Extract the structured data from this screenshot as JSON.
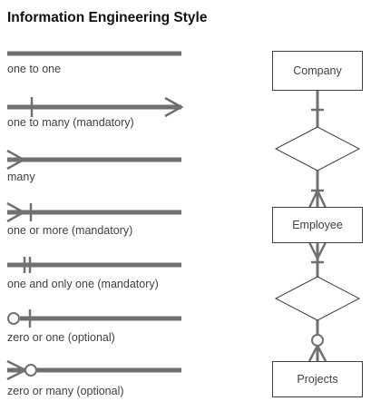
{
  "title": "Information Engineering Style",
  "legend": [
    {
      "label": "one to one"
    },
    {
      "label": "one to many (mandatory)"
    },
    {
      "label": "many"
    },
    {
      "label": "one or more (mandatory)"
    },
    {
      "label": "one and only one (mandatory)"
    },
    {
      "label": "zero or one (optional)"
    },
    {
      "label": "zero or many (optional)"
    }
  ],
  "diagram": {
    "entities": [
      {
        "label": "Company"
      },
      {
        "label": "Employee"
      },
      {
        "label": "Projects"
      }
    ]
  },
  "colors": {
    "line": "#707070",
    "text": "#404040",
    "title": "#111111"
  }
}
